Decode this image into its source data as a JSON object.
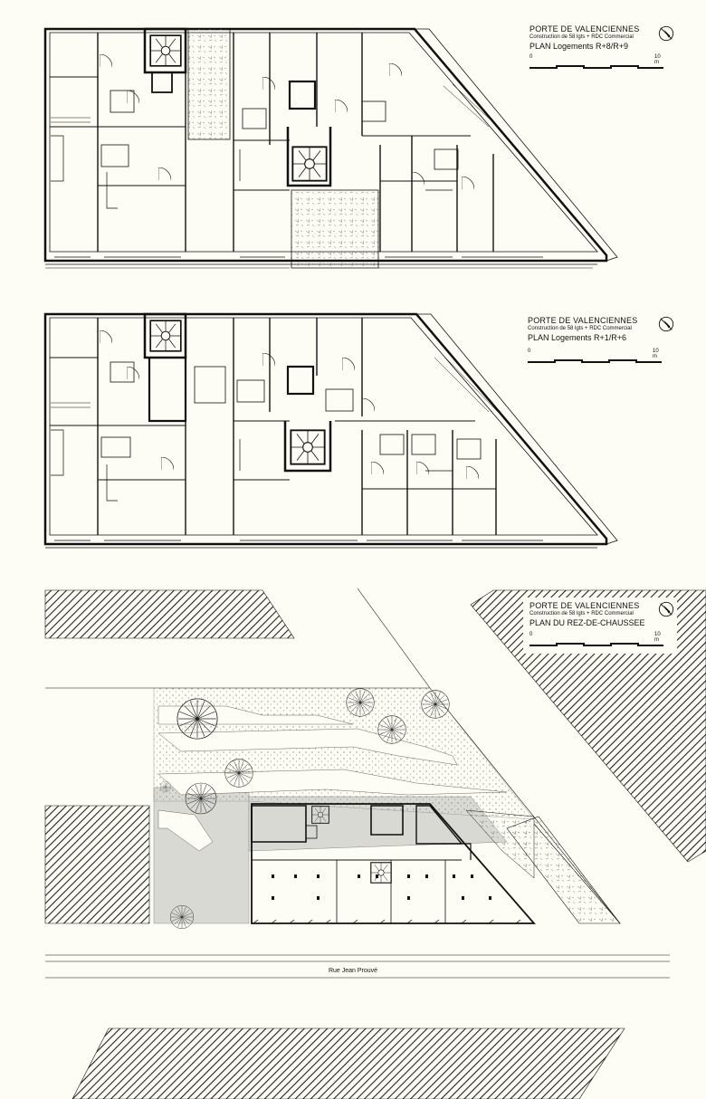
{
  "plans": [
    {
      "title": "PORTE DE VALENCIENNES",
      "subtitle": "Construction de 58 lgts + RDC Commercial",
      "plan_label": "PLAN  Logements R+8/R+9",
      "scale_start": "0",
      "scale_end": "10 m"
    },
    {
      "title": "PORTE DE VALENCIENNES",
      "subtitle": "Construction de 58 lgts + RDC Commercial",
      "plan_label": "PLAN  Logements R+1/R+6",
      "scale_start": "0",
      "scale_end": "10 m"
    },
    {
      "title": "PORTE DE VALENCIENNES",
      "subtitle": "Construction de 58 lgts + RDC Commercial",
      "plan_label": "PLAN  DU REZ-DE-CHAUSSEE",
      "scale_start": "0",
      "scale_end": "10 m"
    }
  ],
  "street": "Rue Jean Prouvé",
  "colors": {
    "background": "#fdfdf5",
    "line": "#111111",
    "hatch": "#222222",
    "paving": "#d9d9d4"
  },
  "icons": [
    "north-arrow-icon",
    "tree-icon",
    "staircase-icon"
  ]
}
